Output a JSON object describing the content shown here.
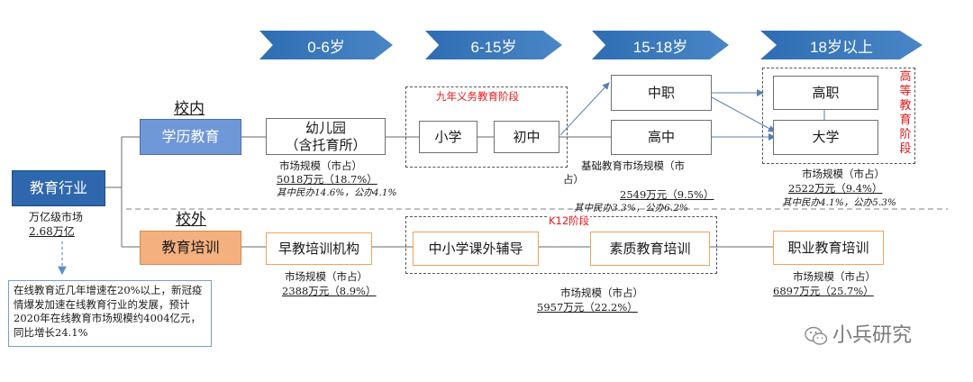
{
  "stages": [
    "0-6岁",
    "6-15岁",
    "15-18岁",
    "18岁以上"
  ],
  "industry": {
    "label": "教育行业",
    "market_line1": "万亿级市场",
    "market_line2": "2.68万亿"
  },
  "online_note": "在线教育近几年增速在20%以上，新冠疫情爆发加速在线教育行业的发展，预计2020年在线教育市场规模约4004亿元，同比增长24.1%",
  "branches": {
    "school_in": {
      "tag": "校内",
      "label": "学历教育"
    },
    "school_out": {
      "tag": "校外",
      "label": "教育培训"
    }
  },
  "nodes": {
    "kindergarten_l1": "幼儿园",
    "kindergarten_l2": "（含托育所）",
    "primary": "小学",
    "junior": "初中",
    "vocational": "中职",
    "senior": "高中",
    "higher_voc": "高职",
    "university": "大学",
    "early_training": "早教培训机构",
    "k12_tutoring": "中小学课外辅导",
    "quality_training": "素质教育培训",
    "vocational_training": "职业教育培训"
  },
  "groups": {
    "compulsory": "九年义务教育阶段",
    "k12": "K12阶段",
    "higher_stage": "高等教育阶段"
  },
  "stats": {
    "kg_title": "市场规模（市占）",
    "kg_value": "5018万元（18.7%）",
    "kg_split": "其中民办14.6%，公办4.1%",
    "basic_title_l1": "基础教育市场规模（市",
    "basic_title_l2": "占）",
    "basic_value": "2549万元（9.5%）",
    "basic_split": "其中民办3.3%，公办6.2%",
    "higher_title": "市场规模（市占）",
    "higher_value": "2522万元（9.4%）",
    "higher_split": "其中民办4.1%，公办5.3%",
    "early_title": "市场规模（市占）",
    "early_value": "2388万元（8.9%）",
    "k12_title": "市场规模（市占）",
    "k12_value": "5957万元（22.2%）",
    "voc_title": "市场规模（市占）",
    "voc_value": "6897万元（25.7%）"
  },
  "watermark": "小兵研究",
  "colors": {
    "chevron": "#2f6db3",
    "industry_box": "#2e67ad",
    "school_in_box": "#6f98d8",
    "school_out_box": "#f4b07e",
    "group_label": "#e8161a"
  }
}
